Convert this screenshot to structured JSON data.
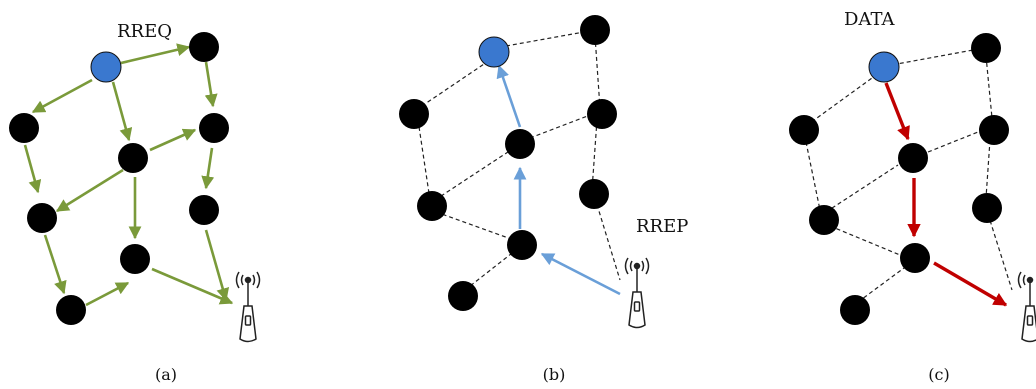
{
  "panels": [
    {
      "id": "a",
      "label": "RREQ",
      "caption": "(a)",
      "arrow_color": "#7a9a3a"
    },
    {
      "id": "b",
      "label": "RREP",
      "caption": "(b)",
      "arrow_color": "#6a9fd8"
    },
    {
      "id": "c",
      "label": "DATA",
      "caption": "(c)",
      "arrow_color": "#c00000"
    }
  ],
  "colors": {
    "source_node": "#3a78cf",
    "node": "#000000",
    "dashed_link": "#222222"
  }
}
